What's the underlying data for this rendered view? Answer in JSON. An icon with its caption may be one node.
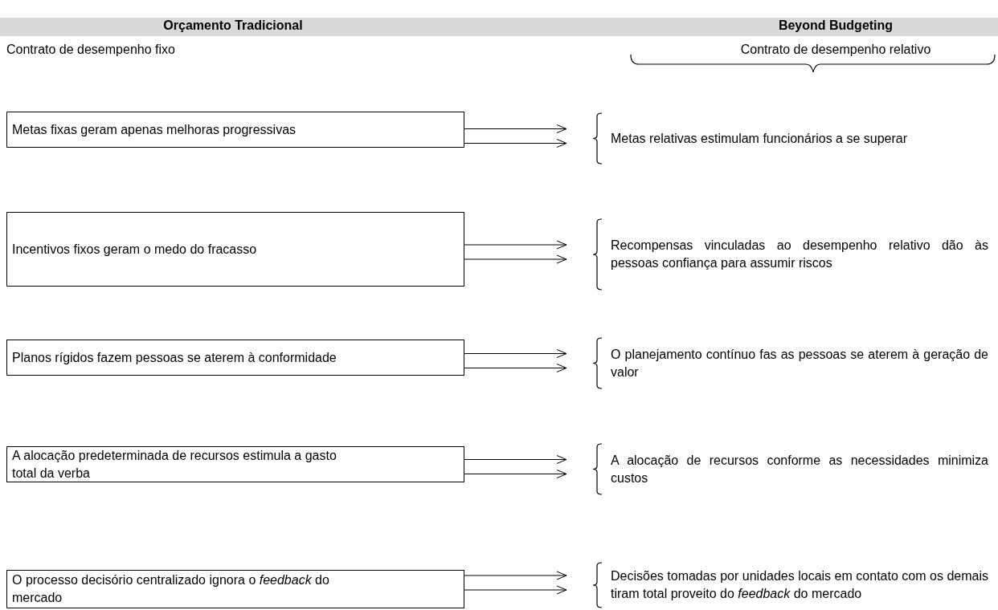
{
  "diagram": {
    "nodes": [
      {
        "text": [
          "Orçamento Tradicional",
          "Beyond Budgeting"
        ]
      },
      {
        "text": [
          "Metas fixas geram apenas melhoras progressivas"
        ]
      },
      {
        "text": [
          "Metas relativas estimulam funcionários a se superar"
        ]
      },
      {
        "text": [
          "Incentivos fixos geram o medo do fracasso"
        ]
      },
      {
        "text": [
          "Recompensas vinculadas ao desempenho relativo dão às pessoas confiança para assumir riscos"
        ]
      },
      {
        "text": [
          "Planos rígidos fazem pessoas se aterem à conformidade"
        ]
      },
      {
        "text": [
          "O planejamento contínuo fas as pessoas se aterem à geração de valor"
        ]
      },
      {
        "text": [
          "A alocação predeterminada de recursos estimula a gasto total da verba"
        ]
      },
      {
        "text": [
          "A alocação de recursos conforme as necessidades minimiza custos"
        ]
      },
      {
        "text": [
          "O processo decisório centralizado ignora o *feedback* do mercado"
        ]
      },
      {
        "text": [
          "Decisões tomadas por unidades locais em contato com os demais tiram total proveito do *feedback* do mercado"
        ]
      }
    ],
    "edges": [
      {
        "from": 1,
        "to": 2,
        "arrow": "to"
      },
      {
        "from": 1,
        "to": 2,
        "arrow": "to"
      },
      {
        "from": 3,
        "to": 4,
        "arrow": "to"
      },
      {
        "from": 3,
        "to": 4,
        "arrow": "to"
      },
      {
        "from": 5,
        "to": 6,
        "arrow": "to"
      },
      {
        "from": 5,
        "to": 6,
        "arrow": "to"
      },
      {
        "from": 7,
        "to": 8,
        "arrow": "to"
      },
      {
        "from": 7,
        "to": 8,
        "arrow": "to"
      },
      {
        "from": 9,
        "to": 10,
        "arrow": "to"
      },
      {
        "from": 9,
        "to": 10,
        "arrow": "to"
      }
    ],
    "labels": [
      "Contrato de desempenho fixo",
      "Contrato de desempenho relativo"
    ]
  }
}
